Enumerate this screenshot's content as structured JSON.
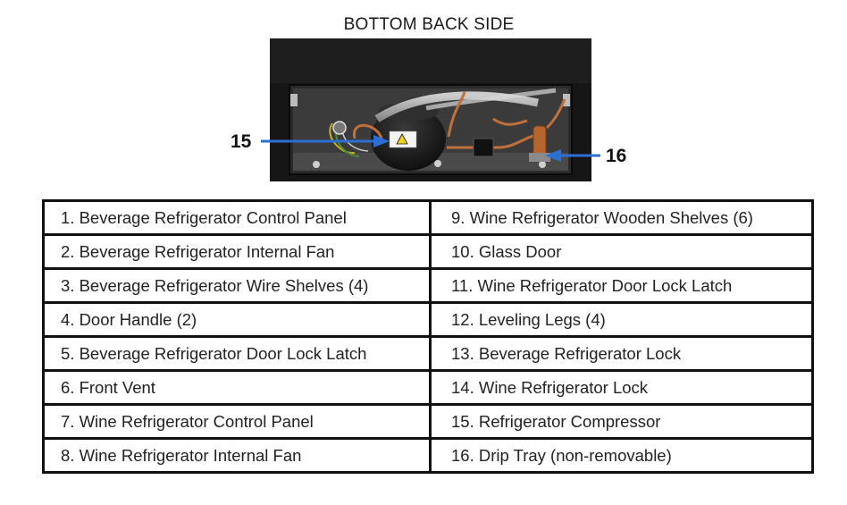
{
  "figure": {
    "title": "BOTTOM BACK SIDE",
    "callouts": [
      "15",
      "16"
    ],
    "sticker_color": "#f3d21a"
  },
  "parts": {
    "left": [
      "1. Beverage Refrigerator Control Panel",
      "2. Beverage Refrigerator Internal Fan",
      "3. Beverage Refrigerator Wire Shelves (4)",
      "4. Door Handle (2)",
      "5. Beverage Refrigerator Door Lock Latch",
      "6. Front Vent",
      "7. Wine Refrigerator Control Panel",
      "8. Wine Refrigerator Internal Fan"
    ],
    "right": [
      "9. Wine Refrigerator Wooden Shelves (6)",
      "10. Glass Door",
      "11. Wine Refrigerator Door Lock Latch",
      "12. Leveling Legs (4)",
      "13. Beverage Refrigerator Lock",
      "14. Wine Refrigerator Lock",
      "15. Refrigerator Compressor",
      "16. Drip Tray (non-removable)"
    ]
  },
  "colors": {
    "arrow": "#2b6fd6",
    "cabinet": "#141414",
    "copper": "#c0703a"
  }
}
